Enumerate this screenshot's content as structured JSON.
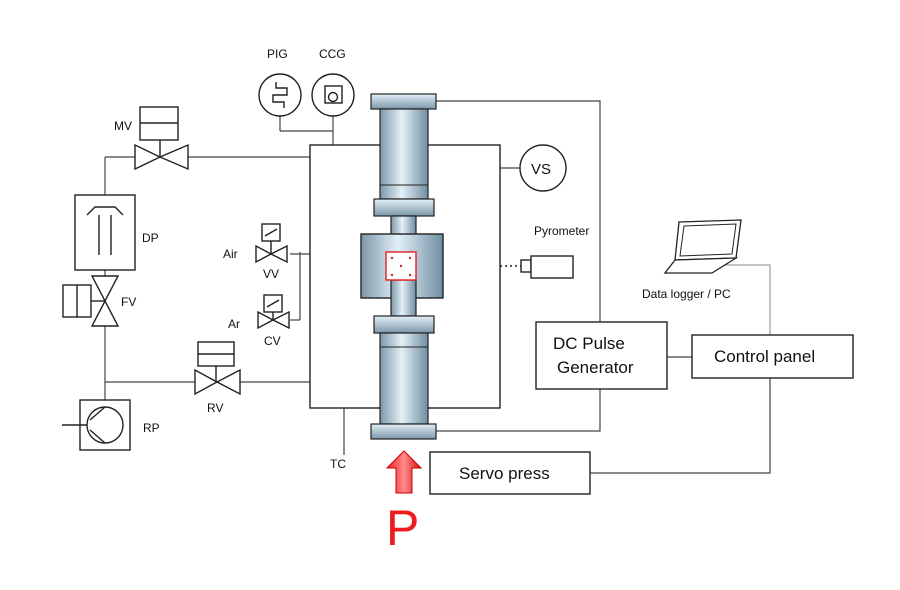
{
  "labels": {
    "pig": "PIG",
    "ccg": "CCG",
    "mv": "MV",
    "vs": "VS",
    "dp": "DP",
    "air": "Air",
    "vv": "VV",
    "pyrometer": "Pyrometer",
    "fv": "FV",
    "ar": "Ar",
    "cv": "CV",
    "rv": "RV",
    "rp": "RP",
    "tc": "TC",
    "dc_pulse_line1": "DC  Pulse",
    "dc_pulse_line2": "Generator",
    "control_panel": "Control panel",
    "data_logger": "Data logger / PC",
    "servo_press": "Servo press",
    "pressure": "P"
  },
  "colors": {
    "electrode_light": "#cfe3ef",
    "electrode_dark": "#6f8ea3",
    "pressure_arrow": "#ee1c1c",
    "sample_outline": "#e02020"
  }
}
